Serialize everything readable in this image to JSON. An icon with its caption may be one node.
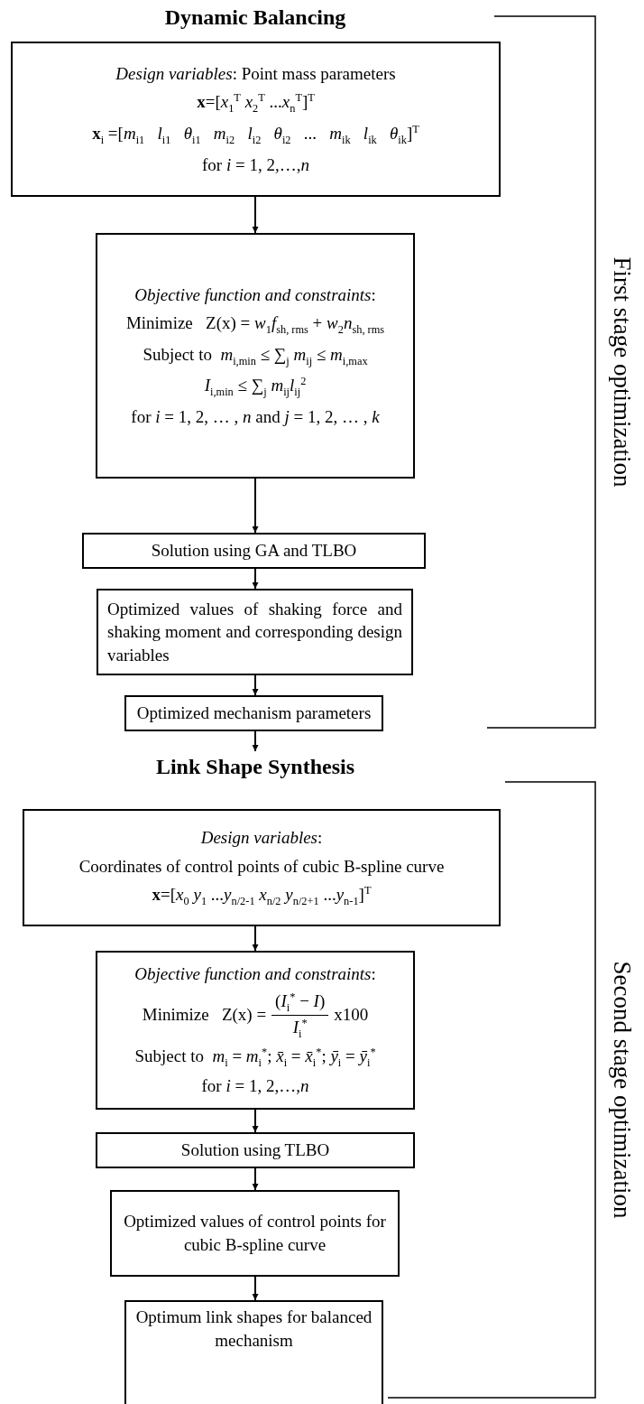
{
  "diagram": {
    "nodes": [
      {
        "text": [
          "Dynamic Balancing"
        ]
      },
      {
        "text": [
          "*Design variables*: Point mass parameters",
          "**x**=[*x*$_{1}$$^{T}$ *x*$_{2}$$^{T}$ ...*x*$_{n}$$^{T}$]$^{T}$",
          "**x**$_{i}$ =[*m*$_{i1}$   *l*$_{i1}$   *θ*$_{i1}$   *m*$_{i2}$   *l*$_{i2}$   *θ*$_{i2}$   ...   *m*$_{ik}$   *l*$_{ik}$   *θ*$_{ik}$]$^{T}$",
          "for *i* = 1, 2,…,*n*"
        ]
      },
      {
        "text": [
          "*Objective function and constraints*:",
          "Minimize   Z(x) = *w*$_{1}$*f*$_{sh, rms}$ + *w*$_{2}$*n*$_{sh, rms}$",
          "Subject to  *m*$_{i,min}$ ≤ ∑$_{j}$ *m*$_{ij}$ ≤ *m*$_{i,max}$",
          "*I*$_{i,min}$ ≤ ∑$_{j}$ *m*$_{ij}$*l*$_{ij}$$^{2}$",
          "for *i* = 1, 2, … , *n* and *j* = 1, 2, … , *k*"
        ]
      },
      {
        "text": [
          "Solution using GA and TLBO"
        ]
      },
      {
        "text": [
          "Optimized values of shaking force and shaking moment and corresponding design variables"
        ]
      },
      {
        "text": [
          "Optimized mechanism parameters"
        ]
      },
      {
        "text": [
          "Link Shape Synthesis"
        ]
      },
      {
        "text": [
          "*Design variables*:",
          "Coordinates of control points of cubic B-spline curve",
          "**x**=[*x*$_{0}$ *y*$_{1}$ ...*y*$_{n/2-1}$ *x*$_{n/2}$ *y*$_{n/2+1}$ ...*y*$_{n-1}$]$^{T}$"
        ]
      },
      {
        "text": [
          "*Objective function and constraints*:",
          "Minimize   Z(x) =",
          "(*I*$_{i}$$^{*}$ − *I*)",
          "*I*$_{i}$$^{*}$",
          "x100",
          "Subject to  *m*$_{i}$ = *m*$_{i}$$^{*}$; *x̄*$_{i}$ = *x̄*$_{i}$$^{*}$; *ȳ*$_{i}$ = *ȳ*$_{i}$$^{*}$",
          "for *i* = 1, 2,…,*n*"
        ]
      },
      {
        "text": [
          "Solution using TLBO"
        ]
      },
      {
        "text": [
          "Optimized values of control points for cubic B-spline curve"
        ]
      },
      {
        "text": [
          "Optimum link shapes for balanced mechanism"
        ]
      }
    ],
    "edges": [
      {
        "from": 1,
        "to": 2,
        "arrow": "to"
      },
      {
        "from": 2,
        "to": 3,
        "arrow": "to"
      },
      {
        "from": 3,
        "to": 4,
        "arrow": "to"
      },
      {
        "from": 4,
        "to": 5,
        "arrow": "to"
      },
      {
        "from": 5,
        "to": 6,
        "arrow": "to"
      },
      {
        "from": 7,
        "to": 8,
        "arrow": "to"
      },
      {
        "from": 8,
        "to": 9,
        "arrow": "to"
      },
      {
        "from": 9,
        "to": 10,
        "arrow": "to"
      },
      {
        "from": 10,
        "to": 11,
        "arrow": "to"
      }
    ],
    "labels": [
      "First stage optimization",
      "Second stage optimization"
    ]
  }
}
